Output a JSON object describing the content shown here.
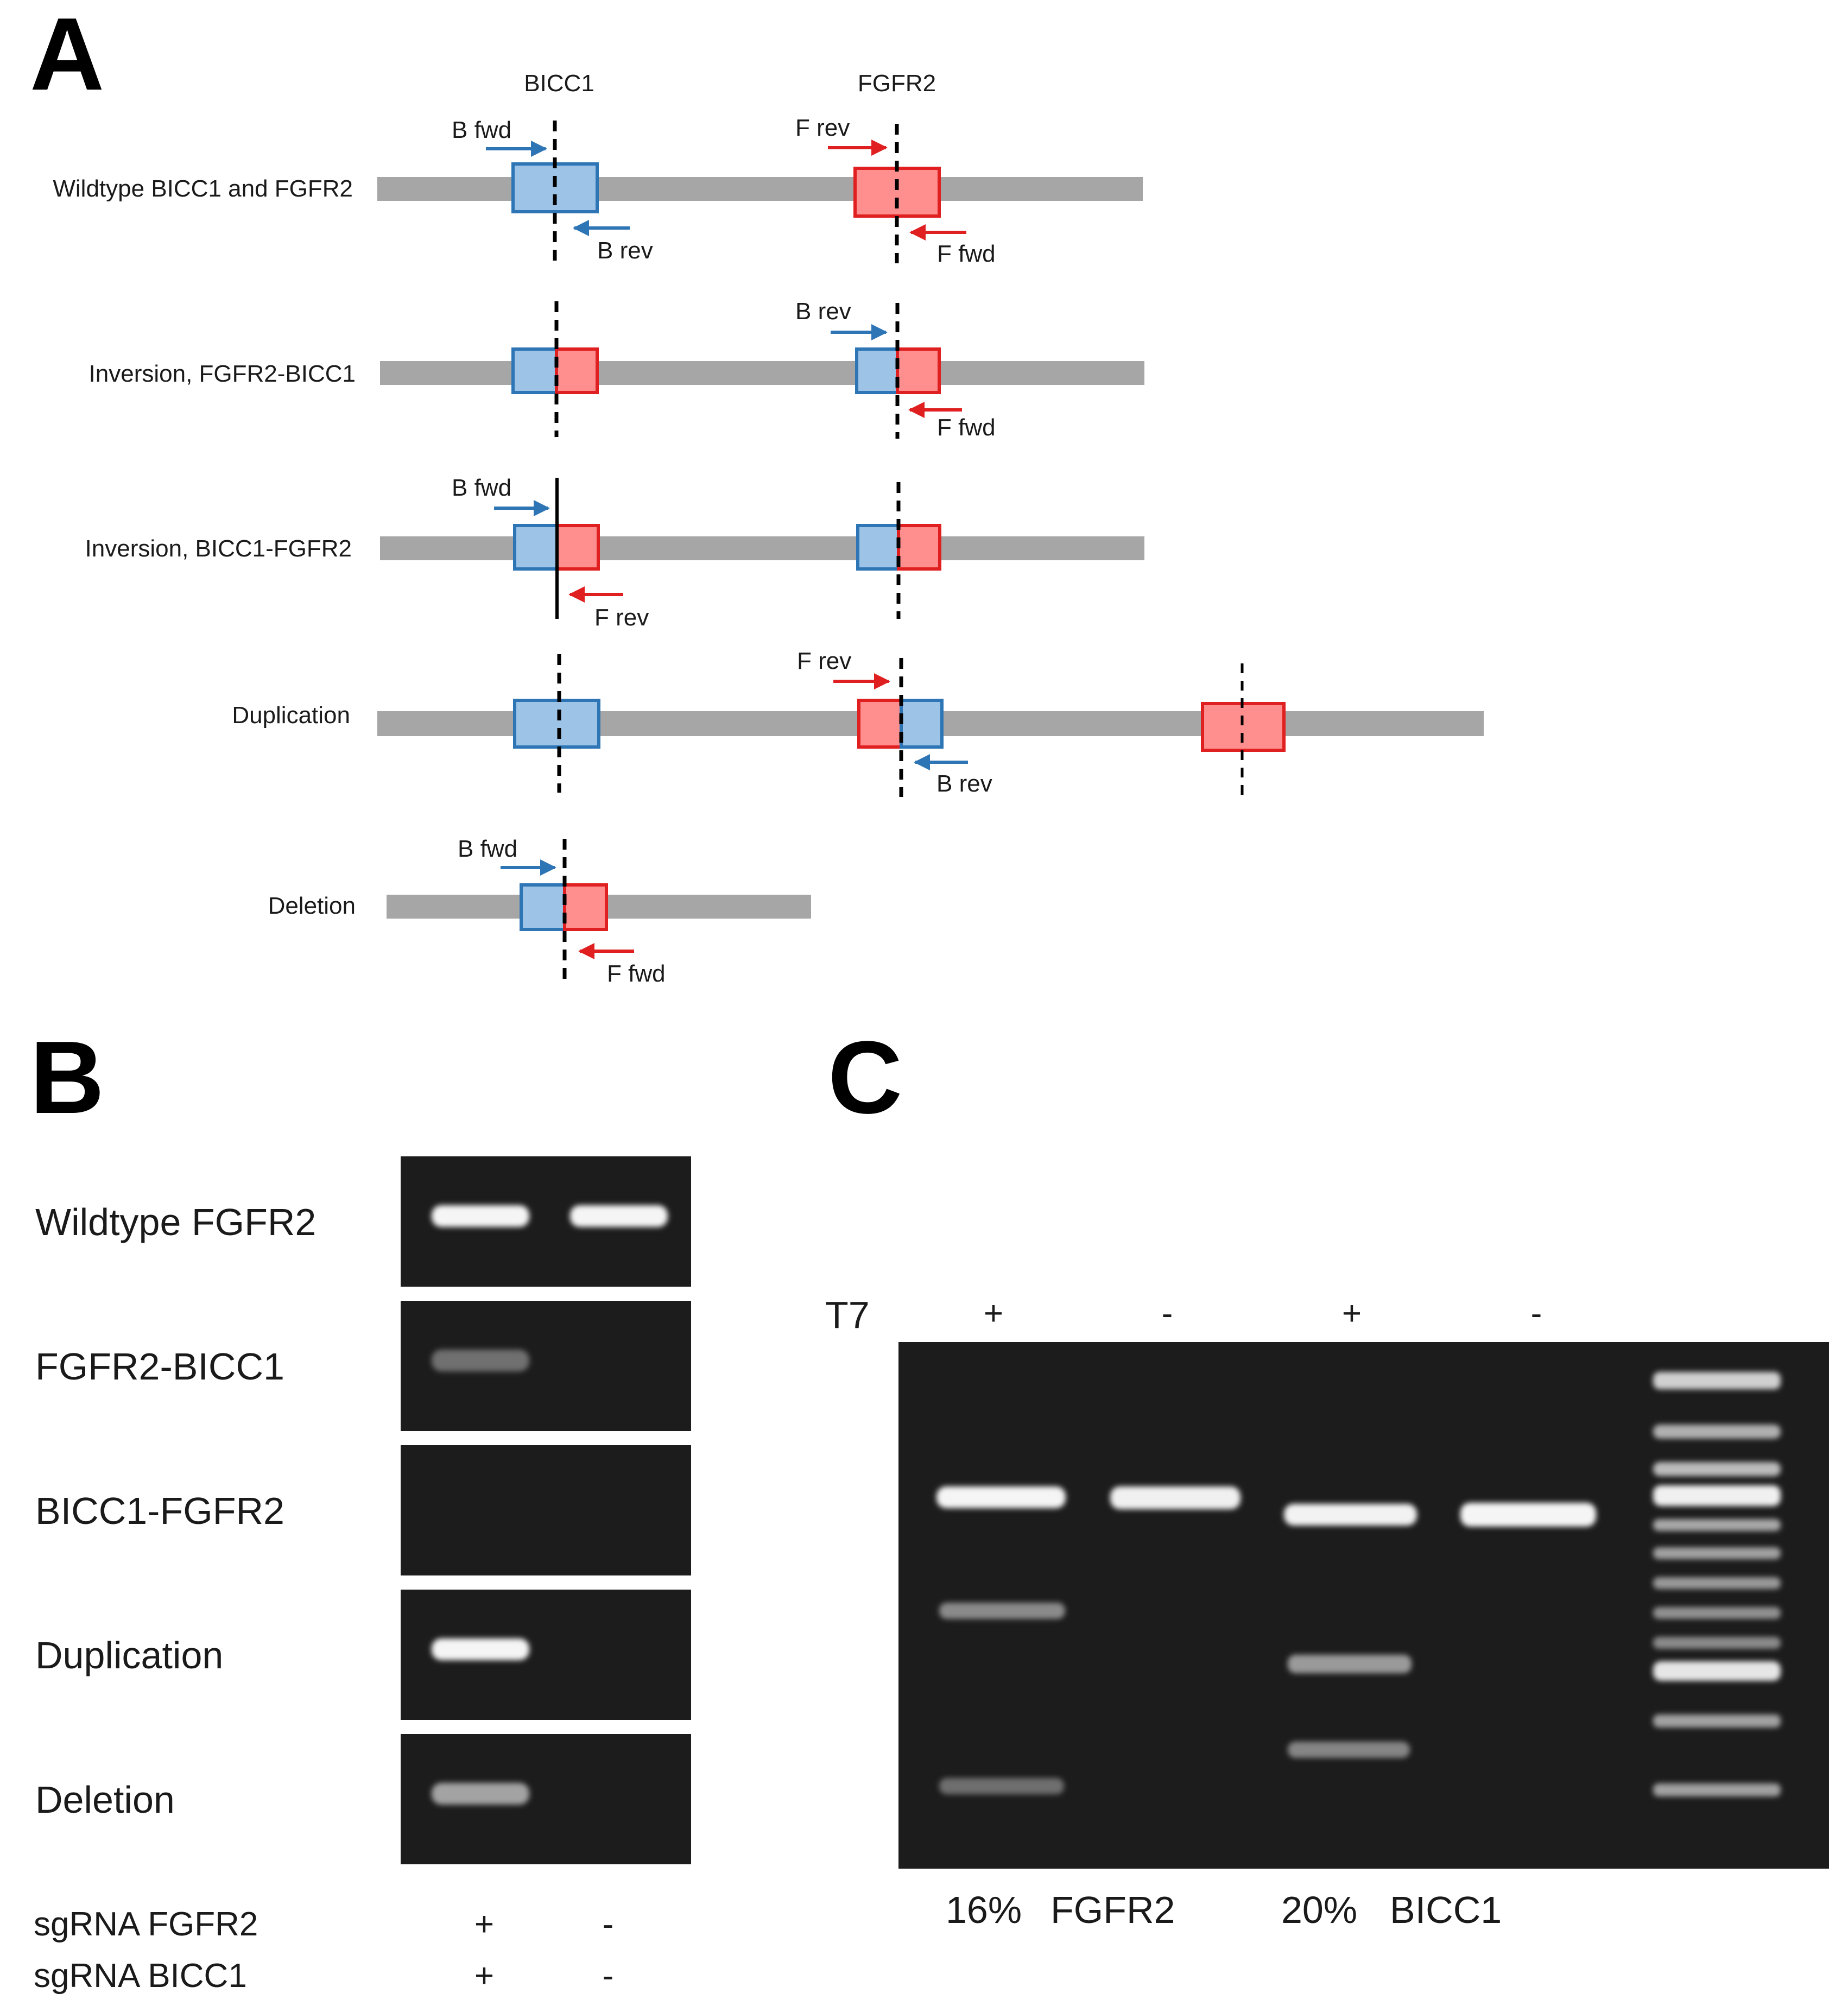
{
  "panels": {
    "a": "A",
    "b": "B",
    "c": "C"
  },
  "colors": {
    "chromosome": "#a6a6a6",
    "bicc1_fill": "#9dc3e6",
    "bicc1_stroke": "#2e75b6",
    "fgfr2_fill": "#ff8f8f",
    "fgfr2_stroke": "#e02020",
    "gel_background": "#1c1c1c",
    "band": "#f2f2f2"
  },
  "panel_a": {
    "gene_bicc1": "BICC1",
    "gene_fgfr2": "FGFR2",
    "rows": [
      {
        "label": "Wildtype BICC1 and FGFR2",
        "primers": [
          "B fwd",
          "B rev",
          "F rev",
          "F fwd"
        ]
      },
      {
        "label": "Inversion,  FGFR2-BICC1",
        "primers": [
          "B rev",
          "F fwd"
        ]
      },
      {
        "label": "Inversion,  BICC1-FGFR2",
        "primers": [
          "B fwd",
          "F rev"
        ]
      },
      {
        "label": "Duplication",
        "primers": [
          "F rev",
          "B rev"
        ]
      },
      {
        "label": "Deletion",
        "primers": [
          "B fwd",
          "F fwd"
        ]
      }
    ]
  },
  "panel_b": {
    "gel_labels": [
      "Wildtype FGFR2",
      "FGFR2-BICC1",
      "BICC1-FGFR2",
      "Duplication",
      "Deletion"
    ],
    "band_presence": [
      [
        1.0,
        1.0
      ],
      [
        0.35,
        0.0
      ],
      [
        0.0,
        0.0
      ],
      [
        1.0,
        0.0
      ],
      [
        0.6,
        0.0
      ]
    ],
    "conditions": [
      {
        "label": "sgRNA FGFR2",
        "lane1": "+",
        "lane2": "-"
      },
      {
        "label": "sgRNA BICC1",
        "lane1": "+",
        "lane2": "-"
      }
    ]
  },
  "panel_c": {
    "t7_label": "T7",
    "lane_signs": [
      "+",
      "-",
      "+",
      "-"
    ],
    "percent_fgfr2": "16%",
    "gene_fgfr2": "FGFR2",
    "percent_bicc1": "20%",
    "gene_bicc1": "BICC1"
  }
}
